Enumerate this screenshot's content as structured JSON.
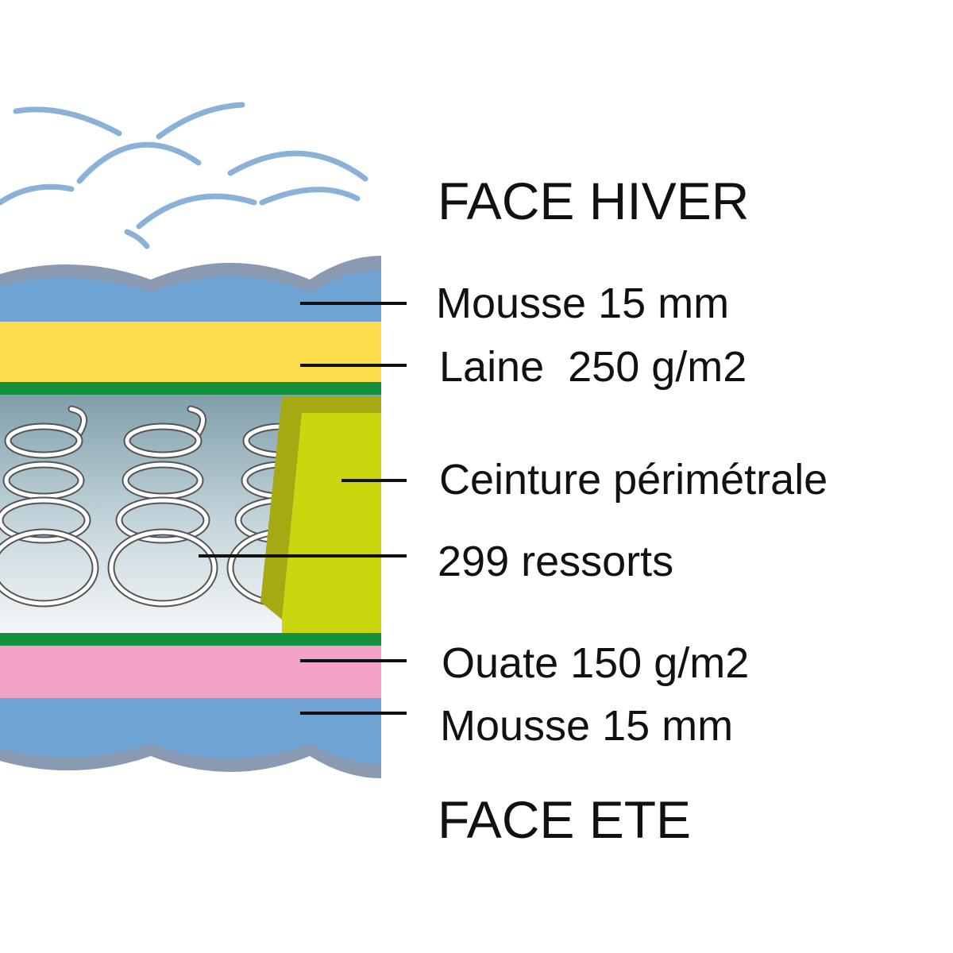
{
  "labels": {
    "face_hiver": "FACE HIVER",
    "mousse_top": "Mousse 15 mm",
    "laine": "Laine  250 g/m2",
    "ceinture": "Ceinture périmétrale",
    "ressorts": "299 ressorts",
    "ouate": "Ouate 150 g/m2",
    "mousse_bottom": "Mousse 15 mm",
    "face_ete": "FACE ETE"
  },
  "colors": {
    "foam": "#6fa3d3",
    "foam_edge": "#8a9ab3",
    "wool": "#fddc4c",
    "green_line": "#14913e",
    "belt": "#cbd60f",
    "belt_shadow": "#a6aa12",
    "wadding": "#f2a2c6",
    "cloud": "#8ab2d8",
    "spring_bg": "#a9c1c9"
  }
}
